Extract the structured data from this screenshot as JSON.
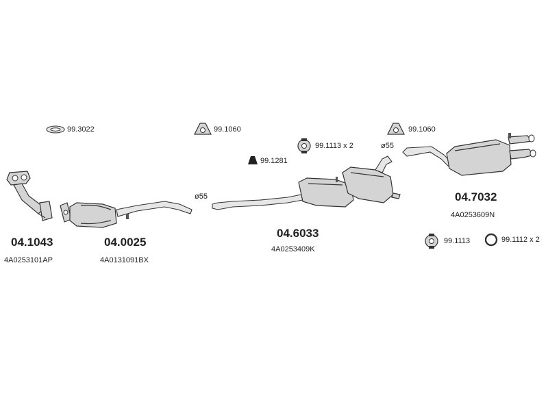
{
  "parts": [
    {
      "id": "front_pipe",
      "number": "04.1043",
      "oem": "4A0253101AP"
    },
    {
      "id": "catalyst",
      "number": "04.0025",
      "oem": "4A0131091BX"
    },
    {
      "id": "middle_silencer",
      "number": "04.6033",
      "oem": "4A0253409K"
    },
    {
      "id": "rear_silencer",
      "number": "04.7032",
      "oem": "4A0253609N"
    }
  ],
  "accessories": {
    "gasket": "99.3022",
    "hanger_left": "99.1060",
    "hanger_right": "99.1060",
    "mount_block": "99.1281",
    "ring_x2": "99.1113 x 2",
    "ring_single": "99.1113",
    "clamp_ring": "99.1112 x 2"
  },
  "diameters": {
    "left": "ø55",
    "right": "ø55"
  },
  "colors": {
    "part_fill": "#d4d4d4",
    "outline": "#333333"
  }
}
